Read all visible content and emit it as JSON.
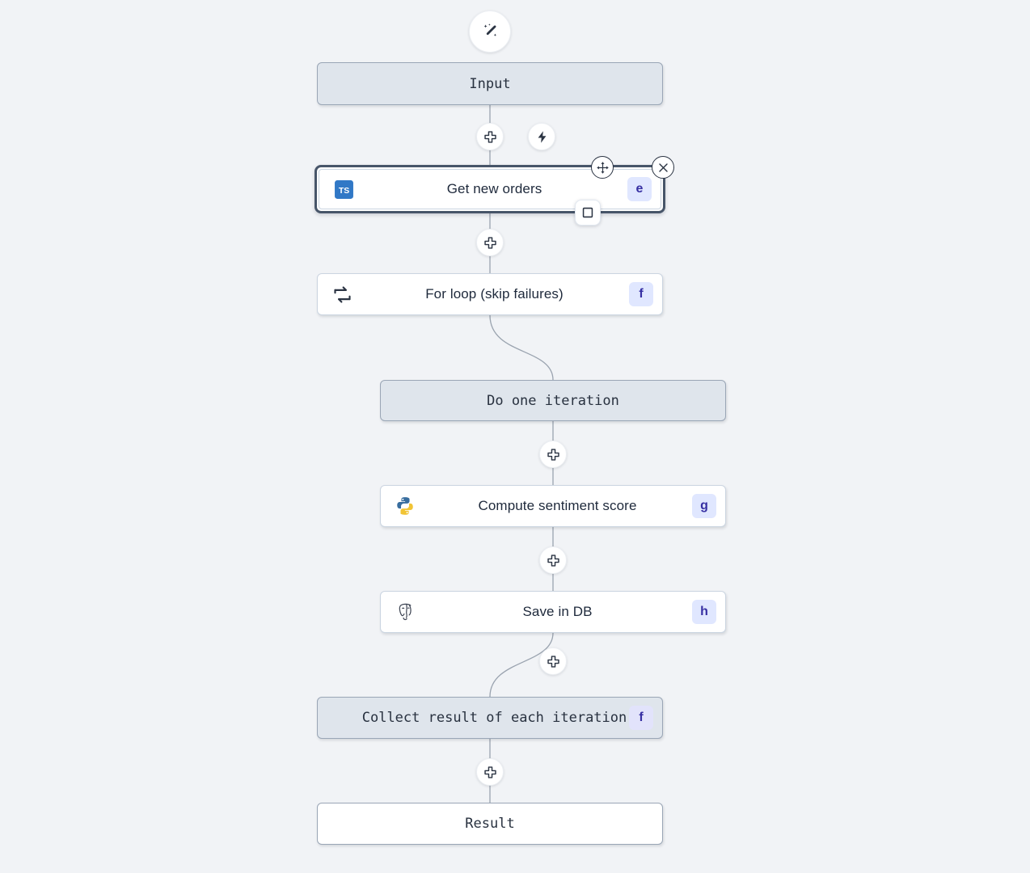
{
  "canvas": {
    "background_color": "#f1f3f6",
    "accent_badge_bg": "#e0e7ff",
    "accent_badge_text": "#3730a3",
    "selected_border_color": "#475569",
    "virtual_node_bg": "#dfe5ec"
  },
  "toolbar": {
    "ai_wand_label": "magic-wand",
    "trigger_label": "lightning-bolt"
  },
  "nodes": [
    {
      "id": "input",
      "label": "Input",
      "kind": "virtual",
      "icon": null,
      "badge": null
    },
    {
      "id": "get-new-orders",
      "label": "Get new orders",
      "kind": "script",
      "icon": "typescript-icon",
      "badge": "e",
      "selected": true
    },
    {
      "id": "for-loop",
      "label": "For loop (skip failures)",
      "kind": "loop",
      "icon": "loop-icon",
      "badge": "f"
    },
    {
      "id": "do-one-iteration",
      "label": "Do one iteration",
      "kind": "virtual",
      "icon": null,
      "badge": null
    },
    {
      "id": "compute-sentiment-score",
      "label": "Compute sentiment score",
      "kind": "script",
      "icon": "python-icon",
      "badge": "g"
    },
    {
      "id": "save-in-db",
      "label": "Save in DB",
      "kind": "script",
      "icon": "postgres-icon",
      "badge": "h"
    },
    {
      "id": "collect-result",
      "label": "Collect result of each iteration",
      "kind": "virtual",
      "icon": null,
      "badge": "f"
    },
    {
      "id": "result",
      "label": "Result",
      "kind": "result",
      "icon": null,
      "badge": null
    }
  ],
  "controls": {
    "add_step_label": "+",
    "close_label": "×",
    "move_label": "move",
    "stop_label": "stop"
  }
}
